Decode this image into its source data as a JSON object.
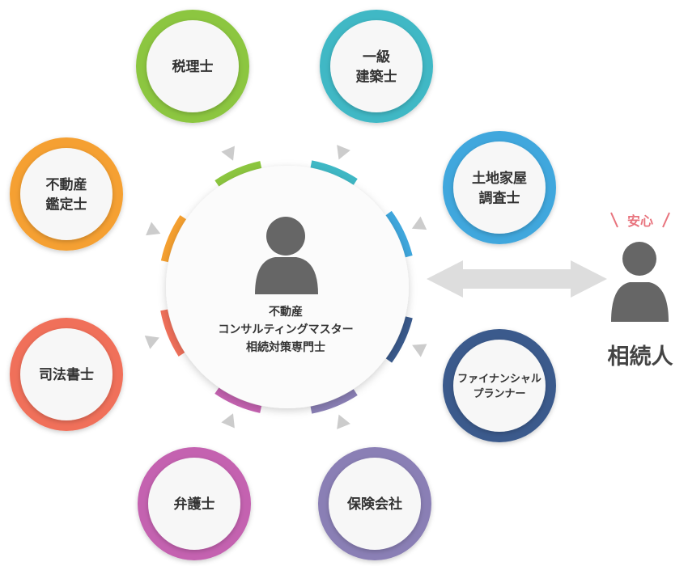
{
  "center": {
    "lines": [
      "不動産",
      "コンサルティングマスター",
      "相続対策専門士"
    ],
    "color": "#666666"
  },
  "experts": [
    {
      "key": "zeirishi",
      "lines": [
        "税理士"
      ],
      "color": "#8cc63f"
    },
    {
      "key": "kenchikushi",
      "lines": [
        "一級",
        "建築士"
      ],
      "color": "#3fb8c5"
    },
    {
      "key": "tochikaoku",
      "lines": [
        "土地家屋",
        "調査士"
      ],
      "color": "#3fa7dd"
    },
    {
      "key": "fp",
      "lines": [
        "ファイナンシャル",
        "プランナー"
      ],
      "color": "#3a5a8c"
    },
    {
      "key": "hoken",
      "lines": [
        "保険会社"
      ],
      "color": "#8a7fb5"
    },
    {
      "key": "bengoshi",
      "lines": [
        "弁護士"
      ],
      "color": "#c462b0"
    },
    {
      "key": "shihoshoshi",
      "lines": [
        "司法書士"
      ],
      "color": "#f0705a"
    },
    {
      "key": "kanteishi",
      "lines": [
        "不動産",
        "鑑定士"
      ],
      "color": "#f5a030"
    }
  ],
  "client": {
    "label": "相続人",
    "badge": "安心",
    "badge_color": "#e8737d"
  },
  "colors": {
    "icon": "#666666",
    "arrow": "#dddddd",
    "pointer": "#cccccc"
  }
}
